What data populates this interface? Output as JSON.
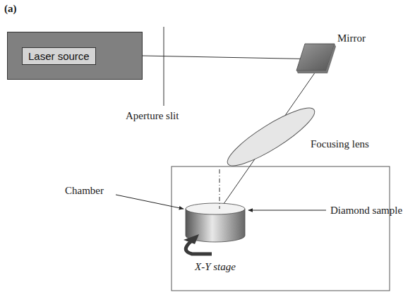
{
  "diagram": {
    "nodes": [
      {
        "text": [
          "Laser source"
        ]
      }
    ],
    "labels": [
      "(a)",
      "Aperture slit",
      "Mirror",
      "Focusing lens",
      "Chamber",
      "Diamond sample",
      "X-Y stage"
    ]
  }
}
